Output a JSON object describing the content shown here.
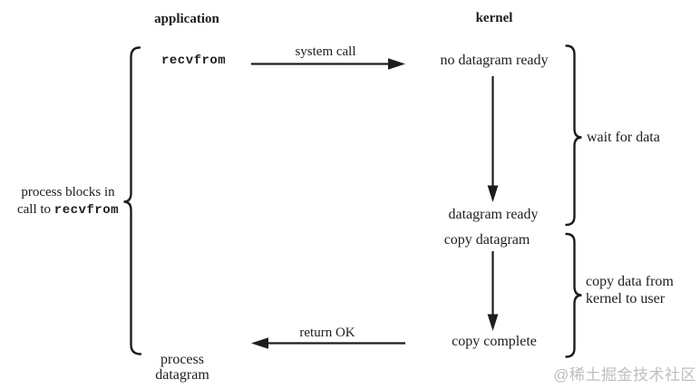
{
  "diagram": {
    "columns": {
      "application": "application",
      "kernel": "kernel"
    },
    "application_side": {
      "call_label": "recvfrom",
      "blocking_note_line1": "process blocks in",
      "blocking_note_prefix": "call to ",
      "blocking_note_code": "recvfrom",
      "end_label_line1": "process",
      "end_label_line2": "datagram"
    },
    "kernel_side": {
      "state_no_datagram": "no datagram ready",
      "state_datagram_ready": "datagram ready",
      "state_copy_datagram": "copy datagram",
      "state_copy_complete": "copy complete"
    },
    "arrows": {
      "system_call": "system call",
      "return_ok": "return OK"
    },
    "braces": {
      "wait_label": "wait for data",
      "copy_label_line1": "copy data from",
      "copy_label_line2": "kernel to user"
    },
    "watermark": "@稀土掘金技术社区",
    "colors": {
      "ink": "#1d1d1d",
      "watermark": "#bfbfbf",
      "background": "#ffffff"
    }
  }
}
